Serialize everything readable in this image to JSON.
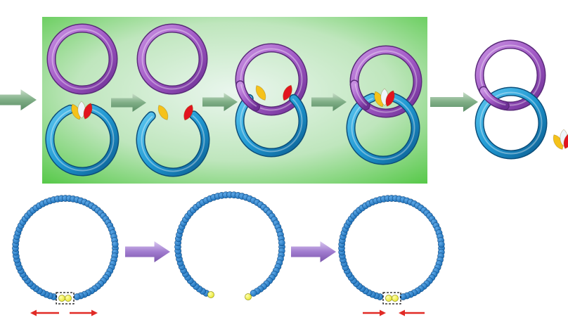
{
  "diagram": {
    "top_row": {
      "steps": [
        {
          "purple_ring": "complete",
          "blue_ring": "open",
          "markers": "together-at-gap"
        },
        {
          "purple_ring": "complete",
          "blue_ring": "open",
          "markers": "separated"
        },
        {
          "purple_ring": "complete",
          "blue_ring": "open-passing-through-purple",
          "markers": "separated"
        },
        {
          "purple_ring": "complete",
          "blue_ring": "resealed-interlocked",
          "markers": "together-at-seal"
        },
        {
          "purple_ring": "complete",
          "blue_ring": "complete-interlocked",
          "markers": "released"
        }
      ],
      "arrow_count": 5
    },
    "bottom_row": {
      "steps": [
        {
          "chain": "closed",
          "junction_box": true,
          "direction_arrows": "outward"
        },
        {
          "chain": "open",
          "junction_box": false,
          "direction_arrows": "none"
        },
        {
          "chain": "closed",
          "junction_box": true,
          "direction_arrows": "inward"
        }
      ],
      "arrow_count": 2
    }
  },
  "colors": {
    "panel_center": "#eaf6ee",
    "panel_edge": "#54c846",
    "purple_ring": "#a35bc7",
    "blue_ring": "#1f98d2",
    "marker_yellow": "#f5c21a",
    "marker_red": "#e2141e",
    "marker_white": "#eef5fa",
    "bead_blue": "#1a6fb8",
    "bead_end": "#e8e62c",
    "green_arrow": "#7fae86",
    "purple_arrow": "#a17ccf",
    "red_arrow": "#e12a25"
  },
  "icons": [
    "green-block-arrow",
    "purple-block-arrow",
    "red-line-arrow"
  ]
}
